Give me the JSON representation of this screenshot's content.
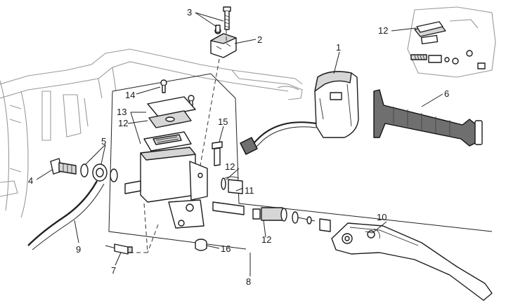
{
  "callouts": {
    "c1": "1",
    "c2": "2",
    "c3": "3",
    "c4": "4",
    "c5": "5",
    "c6": "6",
    "c7": "7",
    "c8": "8",
    "c9": "9",
    "c10": "10",
    "c11": "11",
    "c12a": "12",
    "c12b": "12",
    "c12c": "12",
    "c12d": "12",
    "c13": "13",
    "c14": "14",
    "c15": "15",
    "c16": "16"
  }
}
